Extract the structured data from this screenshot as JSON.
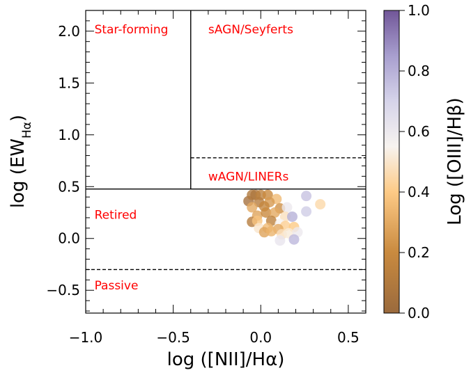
{
  "chart_data": {
    "type": "scatter",
    "xlabel": "log ([NII]/Hα)",
    "ylabel_main": "log (EW",
    "ylabel_sub": "Hα",
    "ylabel_close": ")",
    "colorbar_label": "Log ([OIII]/Hβ)",
    "xlim": [
      -1.0,
      0.6
    ],
    "ylim": [
      -0.72,
      2.2
    ],
    "clim": [
      0.0,
      1.0
    ],
    "x_ticks": [
      {
        "value": -1.0,
        "label": "−1.0"
      },
      {
        "value": -0.5,
        "label": "−0.5"
      },
      {
        "value": 0.0,
        "label": "0.0"
      },
      {
        "value": 0.5,
        "label": "0.5"
      }
    ],
    "y_ticks": [
      {
        "value": -0.5,
        "label": "−0.5"
      },
      {
        "value": 0.0,
        "label": "0.0"
      },
      {
        "value": 0.5,
        "label": "0.5"
      },
      {
        "value": 1.0,
        "label": "1.0"
      },
      {
        "value": 1.5,
        "label": "1.5"
      },
      {
        "value": 2.0,
        "label": "2.0"
      }
    ],
    "colorbar_ticks": [
      {
        "value": 0.0,
        "label": "0.0"
      },
      {
        "value": 0.2,
        "label": "0.2"
      },
      {
        "value": 0.4,
        "label": "0.4"
      },
      {
        "value": 0.6,
        "label": "0.6"
      },
      {
        "value": 0.8,
        "label": "0.8"
      },
      {
        "value": 1.0,
        "label": "1.0"
      }
    ],
    "regions": [
      {
        "name": "Star-forming",
        "x": -0.95,
        "y": 2.02
      },
      {
        "name": "sAGN/Seyferts",
        "x": -0.3,
        "y": 2.02
      },
      {
        "name": "wAGN/LINERs",
        "x": -0.3,
        "y": 0.6
      },
      {
        "name": "Retired",
        "x": -0.95,
        "y": 0.23
      },
      {
        "name": "Passive",
        "x": -0.95,
        "y": -0.45
      }
    ],
    "region_label_color": "#ff0000",
    "boundaries": [
      {
        "style": "solid",
        "x": [
          -1.0,
          0.6
        ],
        "y": [
          0.477,
          0.477
        ]
      },
      {
        "style": "solid",
        "x": [
          -0.4,
          -0.4
        ],
        "y": [
          0.477,
          2.2
        ]
      },
      {
        "style": "dashed",
        "x": [
          -0.4,
          0.6
        ],
        "y": [
          0.778,
          0.778
        ]
      },
      {
        "style": "dashed",
        "x": [
          -1.0,
          0.6
        ],
        "y": [
          -0.3,
          -0.3
        ]
      }
    ],
    "colormap": "PuOr",
    "points": [
      {
        "x": -0.07,
        "y": 0.36,
        "c": 0.05
      },
      {
        "x": -0.05,
        "y": 0.42,
        "c": 0.1
      },
      {
        "x": -0.03,
        "y": 0.42,
        "c": 0.08
      },
      {
        "x": 0.0,
        "y": 0.42,
        "c": 0.15
      },
      {
        "x": 0.04,
        "y": 0.42,
        "c": 0.2
      },
      {
        "x": 0.09,
        "y": 0.38,
        "c": 0.35
      },
      {
        "x": 0.26,
        "y": 0.41,
        "c": 0.75
      },
      {
        "x": -0.01,
        "y": 0.35,
        "c": 0.12
      },
      {
        "x": 0.05,
        "y": 0.35,
        "c": 0.25
      },
      {
        "x": -0.05,
        "y": 0.3,
        "c": 0.3
      },
      {
        "x": 0.02,
        "y": 0.31,
        "c": 0.18
      },
      {
        "x": 0.11,
        "y": 0.29,
        "c": 0.22
      },
      {
        "x": 0.15,
        "y": 0.3,
        "c": 0.6
      },
      {
        "x": 0.34,
        "y": 0.33,
        "c": 0.45
      },
      {
        "x": -0.02,
        "y": 0.22,
        "c": 0.28
      },
      {
        "x": 0.03,
        "y": 0.25,
        "c": 0.2
      },
      {
        "x": 0.08,
        "y": 0.25,
        "c": 0.3
      },
      {
        "x": 0.14,
        "y": 0.21,
        "c": 0.48
      },
      {
        "x": 0.18,
        "y": 0.21,
        "c": 0.8
      },
      {
        "x": 0.26,
        "y": 0.26,
        "c": 0.72
      },
      {
        "x": -0.05,
        "y": 0.16,
        "c": 0.12
      },
      {
        "x": -0.02,
        "y": 0.17,
        "c": 0.38
      },
      {
        "x": 0.06,
        "y": 0.17,
        "c": 0.15
      },
      {
        "x": 0.11,
        "y": 0.14,
        "c": 0.55
      },
      {
        "x": 0.14,
        "y": 0.12,
        "c": 0.42
      },
      {
        "x": -0.01,
        "y": 0.1,
        "c": 0.5
      },
      {
        "x": 0.04,
        "y": 0.1,
        "c": 0.35
      },
      {
        "x": 0.1,
        "y": 0.09,
        "c": 0.3
      },
      {
        "x": 0.19,
        "y": 0.11,
        "c": 0.4
      },
      {
        "x": 0.02,
        "y": 0.06,
        "c": 0.28
      },
      {
        "x": 0.06,
        "y": 0.07,
        "c": 0.33
      },
      {
        "x": 0.12,
        "y": 0.04,
        "c": 0.48
      },
      {
        "x": 0.16,
        "y": 0.05,
        "c": 0.52
      },
      {
        "x": 0.21,
        "y": 0.06,
        "c": 0.6
      },
      {
        "x": 0.11,
        "y": -0.02,
        "c": 0.62
      },
      {
        "x": 0.19,
        "y": -0.01,
        "c": 0.78
      }
    ]
  }
}
